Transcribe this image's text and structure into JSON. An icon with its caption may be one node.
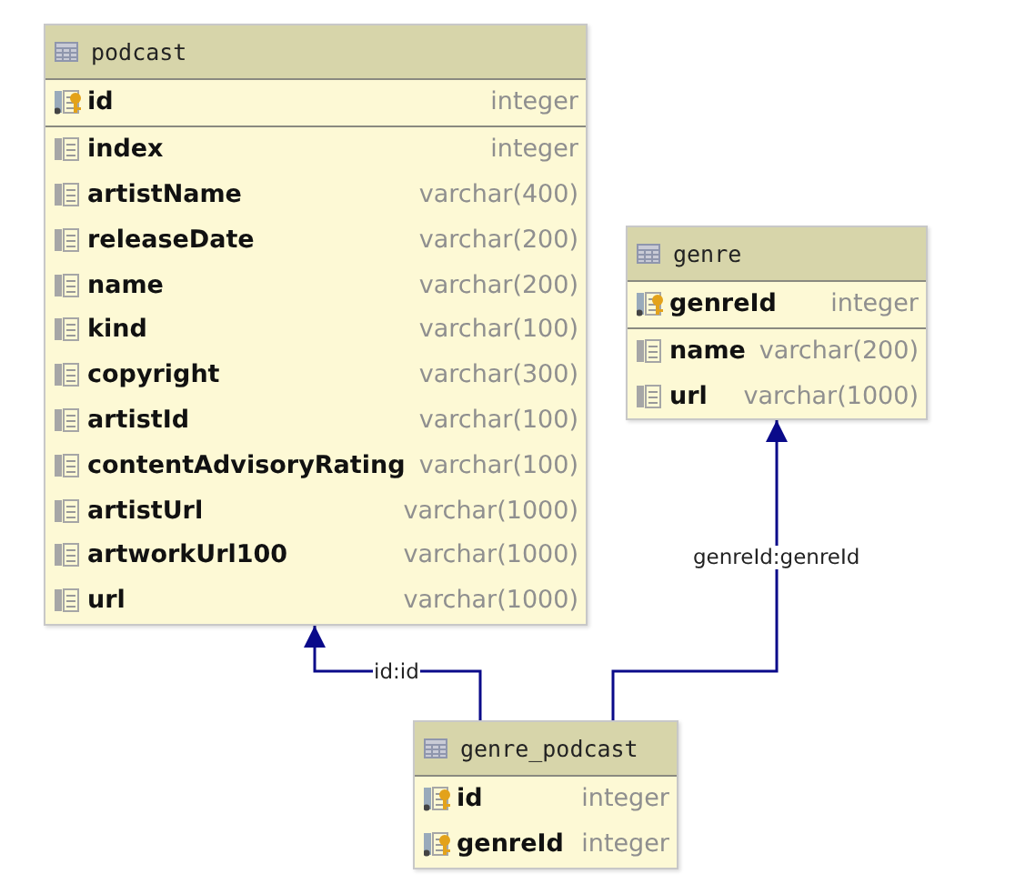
{
  "diagram": {
    "nodes": [
      {
        "text": [
          "podcast",
          "id",
          "integer",
          "index",
          "integer",
          "artistName",
          "varchar(400)",
          "releaseDate",
          "varchar(200)",
          "name",
          "varchar(200)",
          "kind",
          "varchar(100)",
          "copyright",
          "varchar(300)",
          "artistId",
          "varchar(100)",
          "contentAdvisoryRating",
          "varchar(100)",
          "artistUrl",
          "varchar(1000)",
          "artworkUrl100",
          "varchar(1000)",
          "url",
          "varchar(1000)"
        ]
      },
      {
        "text": [
          "genre",
          "genreId",
          "integer",
          "name",
          "varchar(200)",
          "url",
          "varchar(1000)"
        ]
      },
      {
        "text": [
          "genre_podcast",
          "id",
          "integer",
          "genreId",
          "integer"
        ]
      }
    ],
    "edges": [
      {
        "from": 2,
        "to": 0,
        "arrow": "to",
        "label": "id:id"
      },
      {
        "from": 2,
        "to": 1,
        "arrow": "to",
        "label": "genreId:genreId"
      }
    ]
  }
}
